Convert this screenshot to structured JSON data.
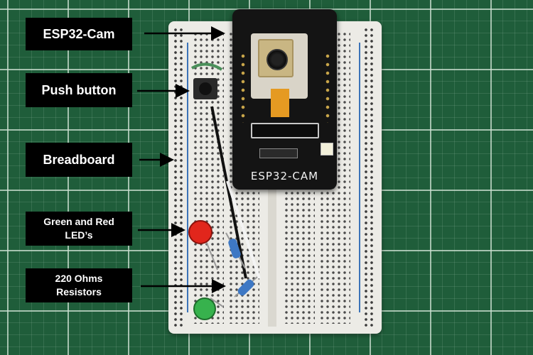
{
  "labels": {
    "esp32": "ESP32-Cam",
    "push_button": "Push button",
    "breadboard": "Breadboard",
    "leds": "Green and Red\nLED’s",
    "resistors": "220 Ohms\nResistors"
  },
  "board_print": "ESP32-CAM",
  "colors": {
    "mat": "#1f5d3a",
    "label_background": "#000000",
    "label_text": "#ffffff",
    "red_led": "#e1261c",
    "green_led": "#37b24d",
    "arrow": "#000000"
  }
}
